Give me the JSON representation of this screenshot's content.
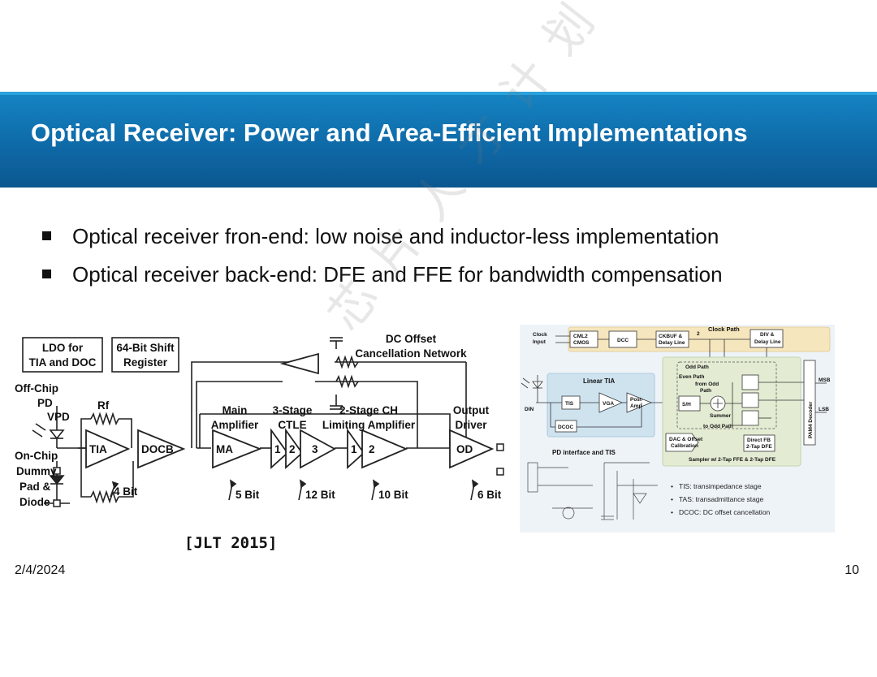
{
  "slide": {
    "title": "Optical Receiver: Power and Area-Efficient Implementations",
    "bullets": [
      "Optical receiver fron-end: low noise and inductor-less implementation",
      "Optical receiver back-end: DFE and FFE for bandwidth compensation"
    ],
    "citation": "[JLT 2015]",
    "date": "2/4/2024",
    "page_number": "10",
    "watermark": "芯 片 人 才 计 划"
  },
  "left_diagram": {
    "ldo_box": [
      "LDO for",
      "TIA and DOC"
    ],
    "shift_box": [
      "64-Bit Shift",
      "Register"
    ],
    "dc_offset": [
      "DC Offset",
      "Cancellation Network"
    ],
    "off_chip": [
      "Off-Chip",
      "PD"
    ],
    "vpd": "VPD",
    "rf": "Rf",
    "on_chip": [
      "On-Chip",
      "Dummy",
      "Pad &",
      "Diode"
    ],
    "tia": "TIA",
    "docb": "DOCB",
    "ma": "MA",
    "main_amp": [
      "Main",
      "Amplifier"
    ],
    "ctle": [
      "3-Stage",
      "CTLE"
    ],
    "limiting": [
      "2-Stage CH",
      "Limiting Amplifier"
    ],
    "output_driver": [
      "Output",
      "Driver"
    ],
    "od": "OD",
    "ctle_nums": [
      "1",
      "2",
      "3"
    ],
    "la_nums": [
      "1",
      "2"
    ],
    "bits": [
      "4 Bit",
      "5 Bit",
      "12 Bit",
      "10 Bit",
      "6 Bit"
    ]
  },
  "right_diagram": {
    "clock_input": [
      "Clock",
      "Input"
    ],
    "cml2cmos": [
      "CML2",
      "CMOS"
    ],
    "dcc": "DCC",
    "ckbuf": [
      "CKBUF &",
      "Delay Line"
    ],
    "clock_path": "Clock Path",
    "two": "2",
    "div": [
      "DIV &",
      "Delay Line"
    ],
    "linear_tia": "Linear TIA",
    "din": "DIN",
    "tis": "TIS",
    "vga": "VGA",
    "post_amp": [
      "Post-",
      "Amp"
    ],
    "dcoc": "DCOC",
    "odd_path": "Odd Path",
    "even_path": "Even Path",
    "from_odd": [
      "from Odd",
      "Path"
    ],
    "sh": "S/H",
    "summer": "Summer",
    "to_odd": "to Odd Path",
    "dac": [
      "DAC & Offset",
      "Calibration"
    ],
    "direct_fb": [
      "Direct FB",
      "2-Tap DFE"
    ],
    "sampler": "Sampler w/ 2-Tap FFE & 2-Tap DFE",
    "pam4": "PAM4 Decoder",
    "msb": "MSB",
    "lsb": "LSB",
    "pd_interface": "PD interface and TIS",
    "legend": [
      "TIS: transimpedance stage",
      "TAS: transadmittance stage",
      "DCOC: DC offset cancellation"
    ]
  },
  "colors": {
    "banner": "#0f6aa8",
    "clock_band": "#f6e6bd",
    "tia_panel": "#cfe3ef",
    "sampler_panel": "#e3ecd3"
  }
}
